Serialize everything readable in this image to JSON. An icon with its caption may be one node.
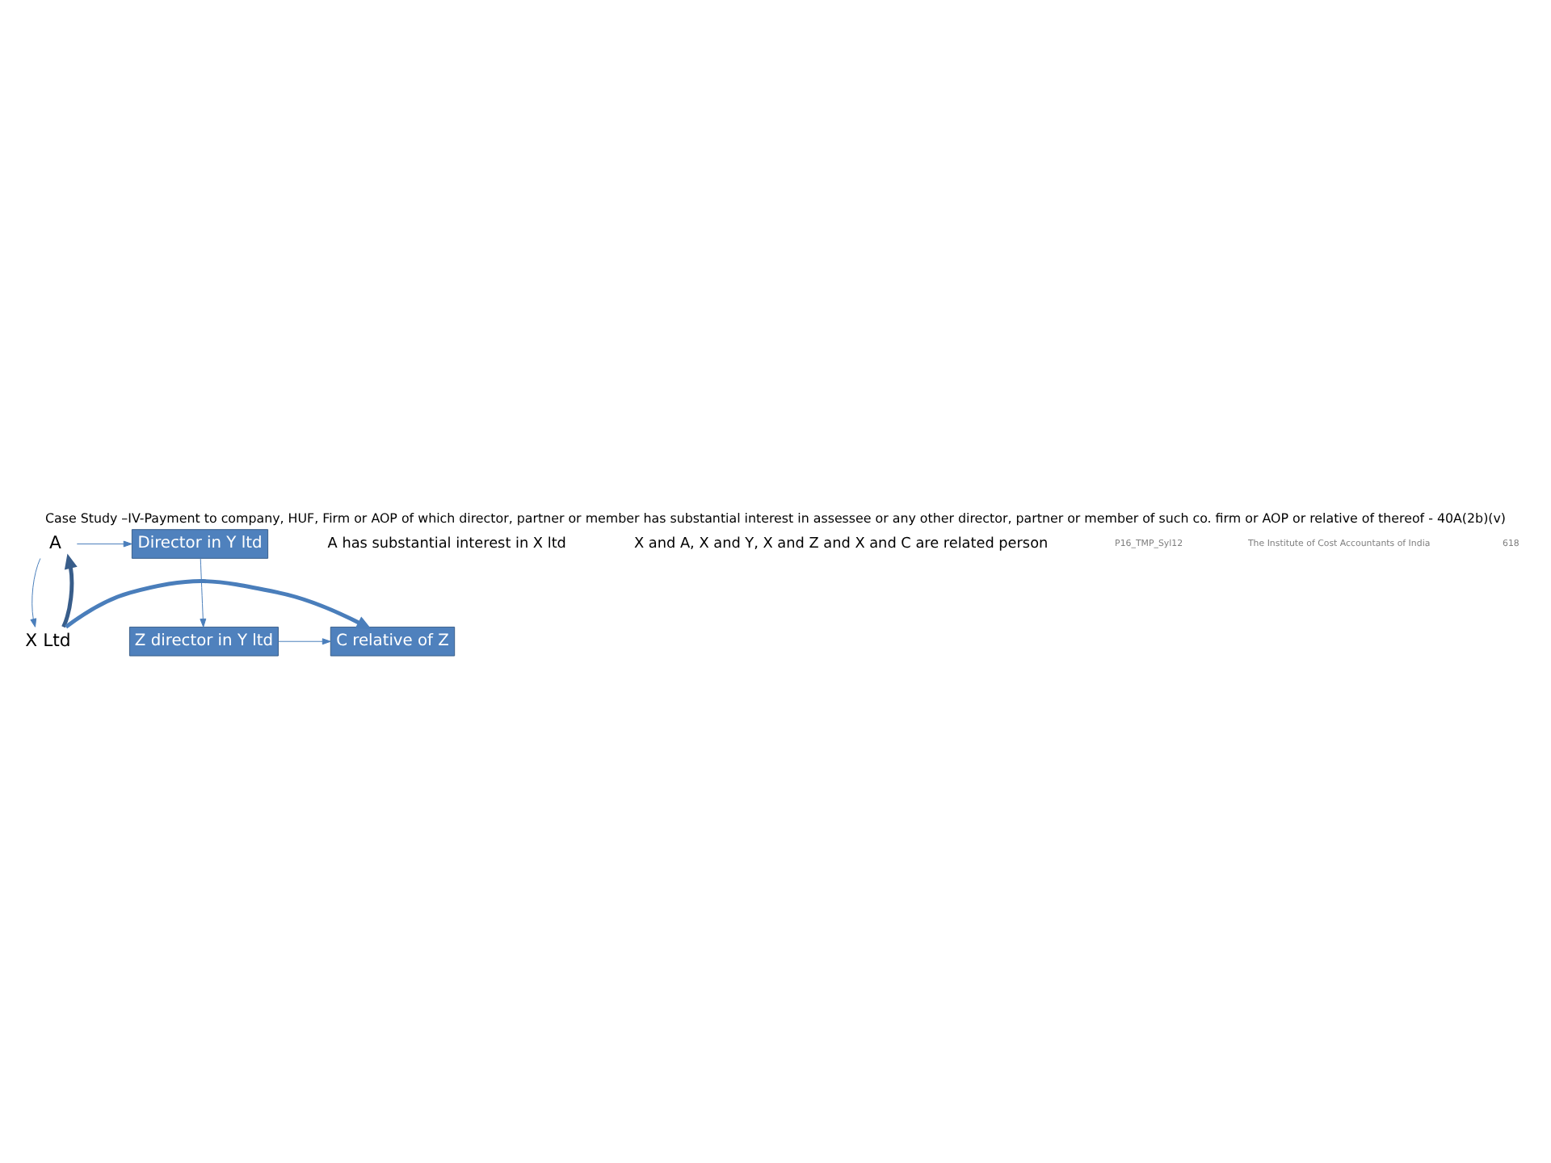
{
  "diagram": {
    "title": "Case Study –IV-Payment to company, HUF, Firm or AOP of which director, partner or member has substantial interest in assessee or any other director, partner or member of such co. firm or AOP or relative of thereof - 40A(2b)(v)",
    "nodes": [
      {
        "text": [
          "A"
        ]
      },
      {
        "text": [
          "Director in Y ltd"
        ]
      },
      {
        "text": [
          "C relative of Z"
        ]
      },
      {
        "text": [
          "Z director in Y ltd"
        ]
      },
      {
        "text": [
          "X Ltd"
        ]
      }
    ],
    "edges": [
      {
        "from": 0,
        "to": 1,
        "arrow": "to"
      },
      {
        "from": 1,
        "to": 3,
        "arrow": "to"
      },
      {
        "from": 3,
        "to": 2,
        "arrow": "to"
      },
      {
        "from": 0,
        "to": 4,
        "arrow": "to"
      },
      {
        "from": 4,
        "to": 0,
        "arrow": "to",
        "style": "thick",
        "color": "#385d8a"
      },
      {
        "from": 4,
        "to": 2,
        "arrow": "to",
        "style": "thick"
      }
    ],
    "labels": [
      "A has substantial interest in X ltd",
      "X and A, X and Y, X and Z and X and C are related person",
      "P16_TMP_Syl12",
      "The Institute of Cost Accountants of India",
      "618"
    ]
  }
}
